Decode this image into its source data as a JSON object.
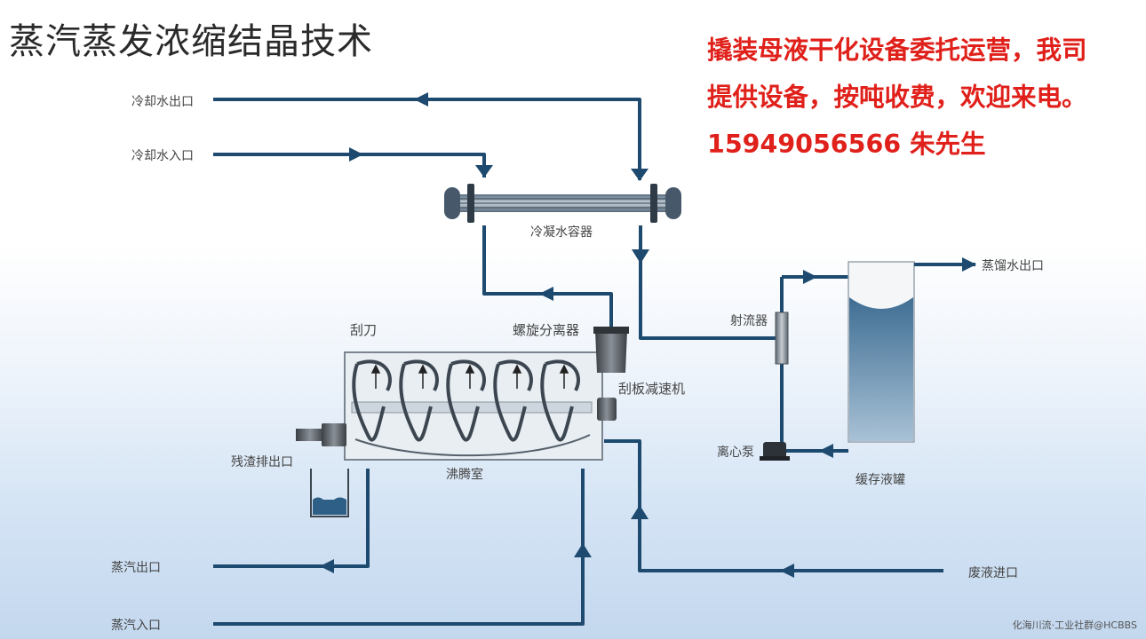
{
  "title": "蒸汽蒸发浓缩结晶技术",
  "notice": {
    "line1": "撬装母液干化设备委托运营，我司",
    "line2": "提供设备，按吨收费，欢迎来电。",
    "line3": "15949056566  朱先生"
  },
  "labels": {
    "cooling_water_out": "冷却水出口",
    "cooling_water_in": "冷却水入口",
    "condenser": "冷凝水容器",
    "scraper": "刮刀",
    "screw_separator": "螺旋分离器",
    "scraper_reducer": "刮板减速机",
    "residue_outlet": "残渣排出口",
    "boiling_chamber": "沸腾室",
    "steam_out": "蒸汽出口",
    "steam_in": "蒸汽入口",
    "waste_liquid_in": "废液进口",
    "ejector": "射流器",
    "centrifugal_pump": "离心泵",
    "buffer_tank": "缓存液罐",
    "distilled_water_out": "蒸馏水出口"
  },
  "footer": "化海川流·工业社群@HCBBS",
  "colors": {
    "pipe": "#1d4a6e",
    "notice": "#e0201a",
    "liquid": "#2e5f86"
  }
}
